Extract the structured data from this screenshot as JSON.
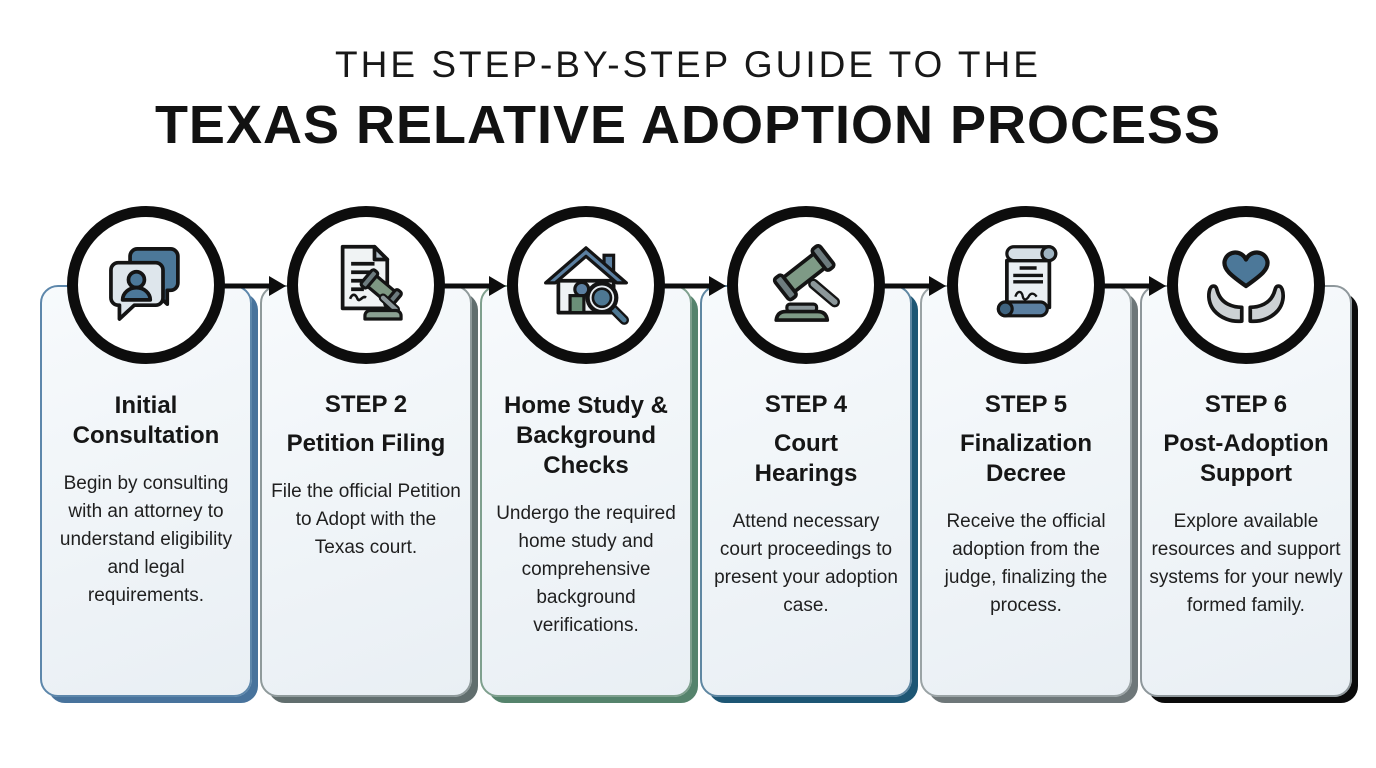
{
  "header": {
    "line1": "THE STEP-BY-STEP GUIDE TO THE",
    "line2": "TEXAS RELATIVE ADOPTION PROCESS"
  },
  "flow": {
    "arrow_icon": "arrow-right-icon",
    "arrow_color": "#0d0d0d",
    "circle_ring_color": "#0d0d0d"
  },
  "steps": [
    {
      "step_label": "",
      "title": "Initial\nConsultation",
      "description": "Begin by consulting with an attorney to understand eligibility and legal requirements.",
      "icon": "consultation-chat-icon",
      "accent_color": "#48739c",
      "edge_color": "#5d87ab"
    },
    {
      "step_label": "STEP 2",
      "title": "Petition Filing",
      "description": "File the official Petition to Adopt with the Texas court.",
      "icon": "petition-document-gavel-icon",
      "accent_color": "#616e6e",
      "edge_color": "#8f9a9b"
    },
    {
      "step_label": "",
      "title": "Home Study &\nBackground\nChecks",
      "description": "Undergo the required home study and comprehensive background verifications.",
      "icon": "home-study-magnifier-icon",
      "accent_color": "#55836c",
      "edge_color": "#7fa08e"
    },
    {
      "step_label": "STEP 4",
      "title": "Court\nHearings",
      "description": "Attend necessary court proceedings to present your adoption case.",
      "icon": "court-gavel-icon",
      "accent_color": "#1d5674",
      "edge_color": "#5f87a2"
    },
    {
      "step_label": "STEP 5",
      "title": "Finalization\nDecree",
      "description": "Receive the official adoption from the judge, finalizing the process.",
      "icon": "decree-scroll-icon",
      "accent_color": "#6e7779",
      "edge_color": "#9aa3a5"
    },
    {
      "step_label": "STEP 6",
      "title": "Post-Adoption\nSupport",
      "description": "Explore available resources and support systems for your newly formed family.",
      "icon": "support-hands-heart-icon",
      "accent_color": "#0b0b0b",
      "edge_color": "#8e979b"
    }
  ]
}
